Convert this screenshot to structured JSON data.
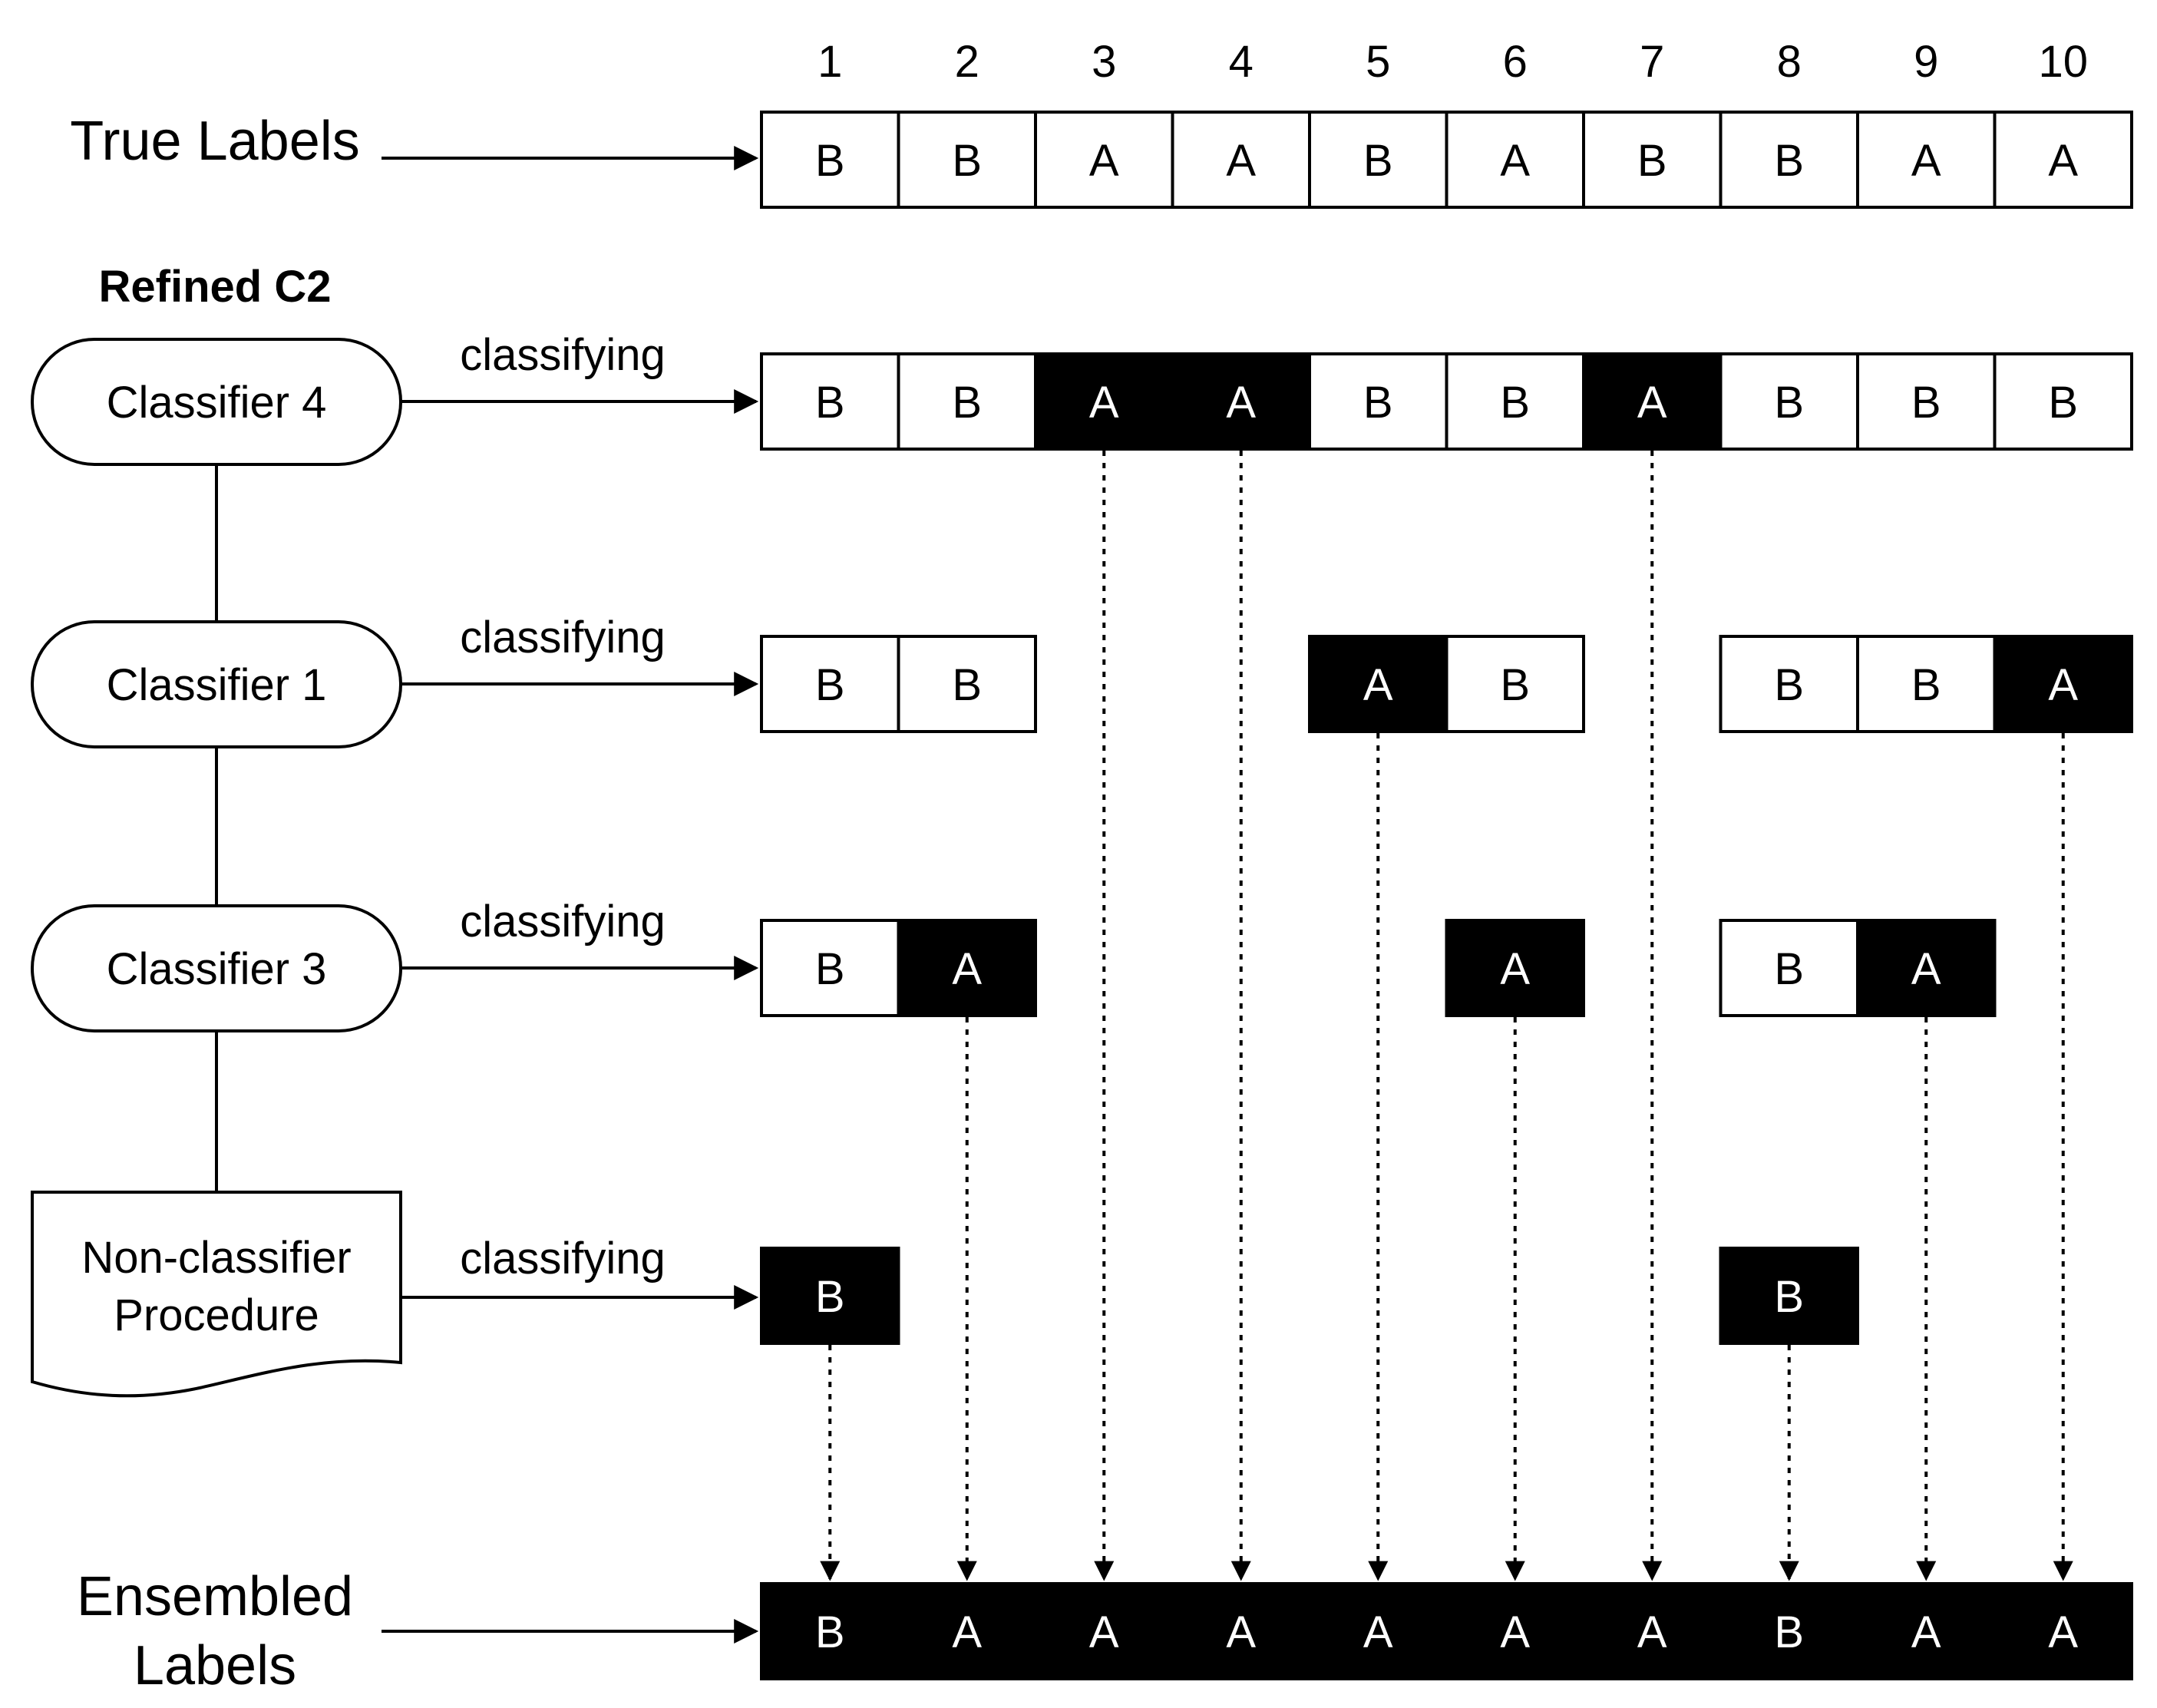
{
  "column_numbers": [
    "1",
    "2",
    "3",
    "4",
    "5",
    "6",
    "7",
    "8",
    "9",
    "10"
  ],
  "true_labels": {
    "title": "True Labels",
    "cells": [
      "B",
      "B",
      "A",
      "A",
      "B",
      "A",
      "B",
      "B",
      "A",
      "A"
    ]
  },
  "group_title": "Refined C2",
  "edge_label": "classifying",
  "classifier_4": {
    "name": "Classifier 4",
    "cells": [
      "B",
      "B",
      "A",
      "A",
      "B",
      "B",
      "A",
      "B",
      "B",
      "B"
    ],
    "selected": [
      false,
      false,
      true,
      true,
      false,
      false,
      true,
      false,
      false,
      false
    ]
  },
  "classifier_1": {
    "name": "Classifier 1",
    "cells": [
      "B",
      "B",
      null,
      null,
      "A",
      "B",
      null,
      "B",
      "B",
      "A"
    ],
    "selected": [
      false,
      false,
      false,
      false,
      true,
      false,
      false,
      false,
      false,
      true
    ]
  },
  "classifier_3": {
    "name": "Classifier 3",
    "cells": [
      "B",
      "A",
      null,
      null,
      null,
      "A",
      null,
      "B",
      "A",
      null
    ],
    "selected": [
      false,
      true,
      false,
      false,
      false,
      true,
      false,
      false,
      true,
      false
    ]
  },
  "non_classifier": {
    "name_line1": "Non-classifier",
    "name_line2": "Procedure",
    "cells": [
      "B",
      null,
      null,
      null,
      null,
      null,
      null,
      "B",
      null,
      null
    ],
    "selected": [
      true,
      false,
      false,
      false,
      false,
      false,
      false,
      true,
      false,
      false
    ]
  },
  "ensembled": {
    "title_line1": "Ensembled",
    "title_line2": "Labels",
    "cells": [
      "B",
      "A",
      "A",
      "A",
      "A",
      "A",
      "A",
      "B",
      "A",
      "A"
    ]
  },
  "colors": {
    "selected_fill": "#000000",
    "selected_text": "#ffffff",
    "plain_fill": "#ffffff",
    "stroke": "#000000"
  }
}
